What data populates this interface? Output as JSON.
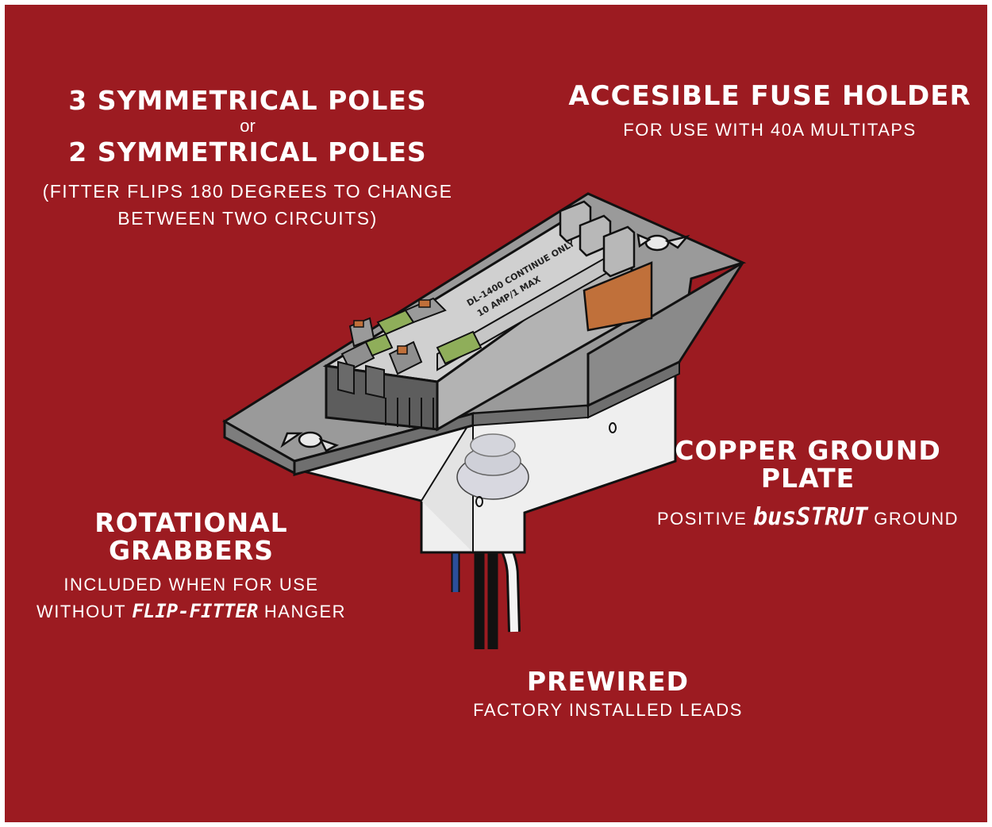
{
  "poles": {
    "line1": "3 SYMMETRICAL POLES",
    "or": "or",
    "line2": "2 SYMMETRICAL POLES",
    "note_line1": "(FITTER FLIPS 180 DEGREES TO CHANGE",
    "note_line2": "BETWEEN TWO CIRCUITS)"
  },
  "fuse": {
    "title": "ACCESIBLE FUSE HOLDER",
    "sub": "FOR USE WITH 40A MULTITAPS"
  },
  "ground": {
    "title_line1": "COPPER GROUND",
    "title_line2": "PLATE",
    "sub_pre": "POSITIVE",
    "sub_brand": "busSTRUT",
    "sub_post": "GROUND"
  },
  "grabbers": {
    "title_line1": "ROTATIONAL",
    "title_line2": "GRABBERS",
    "sub_line1": "INCLUDED WHEN FOR USE",
    "sub_pre": "WITHOUT",
    "sub_brand": "FLIP-FITTER",
    "sub_post": "HANGER"
  },
  "prewired": {
    "title": "PREWIRED",
    "sub": "FACTORY INSTALLED LEADS"
  },
  "colors": {
    "background": "#9c1b21",
    "text": "#ffffff",
    "copper": "#c0703a",
    "green_contact": "#8fae5a",
    "wire_blue": "#2b4f9a",
    "wire_black": "#1a1a1a",
    "wire_white": "#f4f4f4"
  },
  "product_illustration": {
    "label_text_line1": "DL-1400 CONTINUE ONLY",
    "label_text_line2": "10 AMP/1 MAX"
  }
}
